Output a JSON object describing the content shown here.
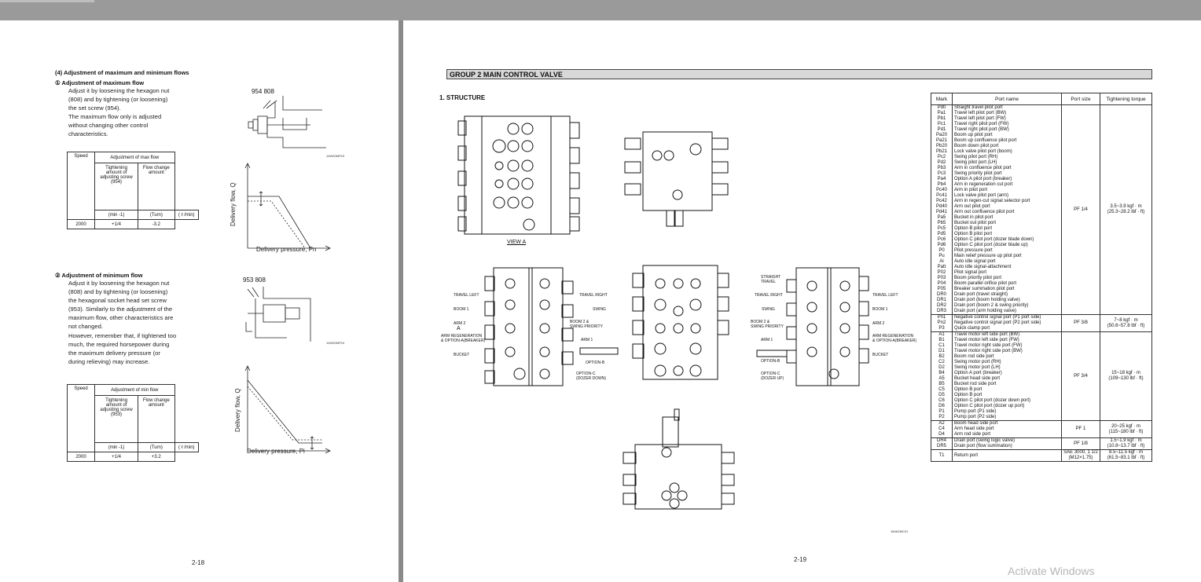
{
  "left_page": {
    "heading": "(4) Adjustment of maximum and minimum flows",
    "max": {
      "title": "① Adjustment of maximum flow",
      "para": [
        "Adjust it by loosening the hexagon nut",
        "(808) and by tightening (or loosening)",
        "the set screw (954).",
        "The maximum flow only is adjusted",
        "without changing other control",
        "characteristics."
      ],
      "table": {
        "speed": "Speed",
        "header": "Adjustment of max flow",
        "col1": [
          "Tightening",
          "amount of",
          "adjusting screw",
          "(954)"
        ],
        "col2": [
          "Flow change",
          "amount"
        ],
        "u0": "(min -1)",
        "u1": "(Turn)",
        "u2": "( ℓ /min)",
        "r0": "2000",
        "r1": "+1/4",
        "r2": "-3.2"
      },
      "fig_numbers": "954  808",
      "fig_code": "14W92MP23",
      "ylabel": "Delivery flow, Q",
      "xlabel": "Delivery pressure, Pn"
    },
    "min": {
      "title": "② Adjustment of minimum flow",
      "para": [
        "Adjust it by loosening the hexagon nut",
        "(808) and by tightening (or loosening)",
        "the hexagonal socket head set screw",
        "(953).  Similarly to the adjustment of the",
        "maximum flow, other characteristics are",
        "not changed.",
        "However, remember that, if tightened too",
        "much, the required horsepower during",
        "the maximum delivery pressure (or",
        "during relieving) may increase."
      ],
      "table": {
        "speed": "Speed",
        "header": "Adjustment of min flow",
        "col1": [
          "Tightening",
          "amount of",
          "adjusting screw",
          "(953)"
        ],
        "col2": [
          "Flow change",
          "amount"
        ],
        "u0": "(min -1)",
        "u1": "(Turn)",
        "u2": "( ℓ /min)",
        "r0": "2000",
        "r1": "+1/4",
        "r2": "+3.2"
      },
      "fig_numbers": "953  808",
      "fig_code": "14W92MP24",
      "ylabel": "Delivery flow, Q",
      "xlabel": "Delivery pressure, Pi"
    },
    "page_no": "2-18"
  },
  "right_page": {
    "group_title": "GROUP  2  MAIN CONTROL VALVE",
    "section": "1. STRUCTURE",
    "view_a": "VIEW  A",
    "fig_code": "160A2MC01",
    "page_no": "2-19",
    "labels_left": {
      "travel_left": "TRAVEL LEFT",
      "boom1": "BOOM 1",
      "arm2": "ARM 2",
      "a_arrow": "A",
      "arm_regen": "ARM REGENERATION",
      "option_breaker": "& OPTION-A(BREAKER)",
      "bucket": "BUCKET"
    },
    "labels_mid": {
      "travel_right": "TRAVEL RIGHT",
      "swing": "SWING",
      "boom2": "BOOM 2 &",
      "swing_priority": "SWING PRIORITY",
      "arm1": "ARM 1",
      "option_b": "OPTION-B",
      "option_c": "OPTION-C",
      "dozer_down": "(DOZER DOWN)"
    },
    "labels_r1": {
      "straight": "STRAIGHT",
      "travel": "TRAVEL",
      "travel_right": "TRAVEL RIGHT",
      "swing": "SWING",
      "boom2": "BOOM 2 &",
      "swing_priority": "SWING PRIORITY",
      "arm1": "ARM 1",
      "option_b": "OPTION-B",
      "option_c": "OPTION-C",
      "dozer_up": "(DOZER UP)"
    },
    "labels_r2": {
      "travel_left": "TRAVEL LEFT",
      "boom1": "BOOM 1",
      "arm2": "ARM 2",
      "arm_regen": "ARM REGENERATION",
      "option_breaker": "& OPTION-A(BREAKER)",
      "bucket": "BUCKET"
    },
    "table": {
      "headers": [
        "Mark",
        "Port name",
        "Port size",
        "Tightening torque"
      ],
      "groups": [
        {
          "marks": [
            "Pd0",
            "Pa1",
            "Pb1",
            "Pc1",
            "Pd1",
            "Pa20",
            "Pa21",
            "Pb20",
            "Pb21",
            "Pc2",
            "Pd2",
            "Pb3",
            "Pc3",
            "Pa4",
            "Pb4",
            "Pc40",
            "Pc41",
            "Pc42",
            "Pd40",
            "Pd41",
            "Pa5",
            "Pb5",
            "Pc5",
            "Pd5",
            "Pc6",
            "Pd6",
            "P0",
            "Pu",
            "Ai",
            "Patt",
            "P02",
            "P03",
            "P04",
            "P05",
            "DR0",
            "DR1",
            "DR2",
            "DR3"
          ],
          "names": [
            "Straight travel pilot port",
            "Travel left pilot port (BW)",
            "Travel left pilot port (FW)",
            "Travel right pilot port (FW)",
            "Travel right pilot port (BW)",
            "Boom up pilot port",
            "Boom up confluence pilot port",
            "Boom down pilot port",
            "Lock valve pilot port (boom)",
            "Swing pilot port (RH)",
            "Swing pilot port (LH)",
            "Arm in confluence pilot port",
            "Swing priority pilot port",
            "Option A pilot port (breaker)",
            "Arm in regeneration cut port",
            "Arm in pilot port",
            "Lock valve pilot port (arm)",
            "Arm in regen-cut signal selector port",
            "Arm out pilot port",
            "Arm out confluence pilot port",
            "Bucket in pilot port",
            "Bucket out pilot port",
            "Option B pilot port",
            "Option B pilot port",
            "Option C pilot port (dozer blade down)",
            "Option C pilot port (dozer blade up)",
            "Pilot pressure port",
            "Main relief pressure up pilot port",
            "Auto idle signal port",
            "Auto idle signal-attachment",
            "Pilot signal port",
            "Boom priority pilot port",
            "Boom parallel orifice pilot port",
            "Breaker summation pilot port",
            "Drain port (travel straight)",
            "Drain port (boom holding valve)",
            "Drain port (boom 2 & swing priority)",
            "Drain port (arm holding valve)"
          ],
          "size": "PF 1/4",
          "torque": [
            "3.5~3.9 kgf · m",
            "(25.3~28.2 lbf · ft)"
          ]
        },
        {
          "marks": [
            "Pn1",
            "Pn2",
            "P3"
          ],
          "names": [
            "Negative control signal port (P1 port side)",
            "Negative control signal port (P2 port side)",
            "Quick clamp port"
          ],
          "size": "PF 3/8",
          "torque": [
            "7~8 kgf · m",
            "(50.6~57.8 lbf · ft)"
          ]
        },
        {
          "marks": [
            "A1",
            "B1",
            "C1",
            "D1",
            "B2",
            "C2",
            "D2",
            "B4",
            "A5",
            "B5",
            "C5",
            "D5",
            "C6",
            "D6",
            "P1",
            "P2"
          ],
          "names": [
            "Travel motor left side port (BW)",
            "Travel motor left side port (FW)",
            "Travel motor right side port (FW)",
            "Travel motor right side port (BW)",
            "Boom rod side port",
            "Swing motor port (RH)",
            "Swing motor port (LH)",
            "Option A port (breaker)",
            "Bucket head side port",
            "Bucket rod side port",
            "Option B port",
            "Option B port",
            "Option C pilot port (dozer down port)",
            "Option C pilot port (dozer up port)",
            "Pump port (P1 side)",
            "Pump port (P2 side)"
          ],
          "size": "PF 3/4",
          "torque": [
            "15~18 kgf · m",
            "(109~130 lbf · ft)"
          ]
        },
        {
          "marks": [
            "A2",
            "C4",
            "D4"
          ],
          "names": [
            "Boom head side port",
            "Arm head side port",
            "Arm rod side port"
          ],
          "size": "PF 1",
          "torque": [
            "20~25 kgf · m",
            "(115~180 lbf · ft)"
          ]
        },
        {
          "marks": [
            "DR4",
            "DR5"
          ],
          "names": [
            "Drain port (swing logic valve)",
            "Drain port (flow summation)"
          ],
          "size": "PF 1/8",
          "torque": [
            "1.5~1.9 kgf · m",
            "(10.8~13.7 lbf · ft)"
          ]
        },
        {
          "marks": [
            "T1"
          ],
          "names": [
            "Return port"
          ],
          "size": "SAE 3000, 1 1/2 (M12×1.75)",
          "torque": [
            "8.5~11.5 kgf · m",
            "(61.5~83.1 lbf · ft)"
          ]
        }
      ]
    }
  },
  "watermark": "Activate Windows"
}
